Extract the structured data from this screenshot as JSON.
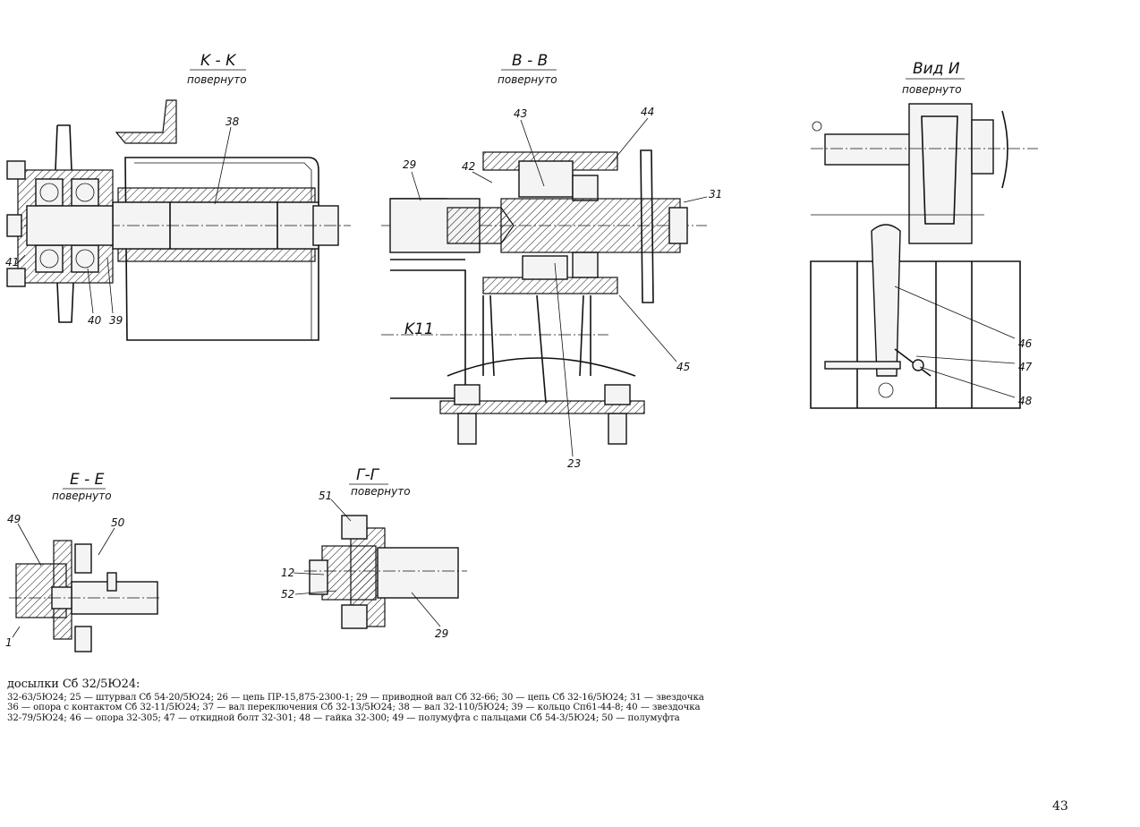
{
  "sections": {
    "kk": {
      "title": "K - K",
      "subtitle": "повернуто"
    },
    "vv": {
      "title": "В - В",
      "subtitle": "повернуто"
    },
    "vid": {
      "title": "Вид И",
      "subtitle": "повернуто"
    },
    "ee": {
      "title": "Е - Е",
      "subtitle": "повернуто"
    },
    "gg": {
      "title": "Г-Г",
      "subtitle": "повернуто"
    }
  },
  "callouts": {
    "n38": "38",
    "n41": "41",
    "n40": "40",
    "n39": "39",
    "n43": "43",
    "n44": "44",
    "n29": "29",
    "n42": "42",
    "n31": "31",
    "nK11": "K11",
    "n45": "45",
    "n23": "23",
    "n46": "46",
    "n47": "47",
    "n48": "48",
    "n49": "49",
    "n50": "50",
    "n1": "1",
    "n51": "51",
    "n12": "12",
    "n52": "52",
    "n29b": "29"
  },
  "caption": {
    "heading": "досылки Сб 32/5Ю24:",
    "line1": "32-63/5Ю24; 25 — штурвал Сб 54-20/5Ю24; 26 — цепь ПР-15,875-2300-1; 29 — приводной вал Сб 32-66; 30 — цепь Сб 32-16/5Ю24; 31 — звездочка",
    "line2": "36 — опора с контактом Сб 32-11/5Ю24; 37 — вал переключения Сб 32-13/5Ю24; 38 — вал 32-110/5Ю24; 39 — кольцо Сп61-44-8; 40 — звездочка",
    "line3": "32-79/5Ю24; 46 — опора 32-305; 47 — откидной болт 32-301; 48 — гайка 32-300; 49 — полумуфта с пальцами Сб 54-3/5Ю24; 50 — полумуфта"
  },
  "page_number": "43"
}
